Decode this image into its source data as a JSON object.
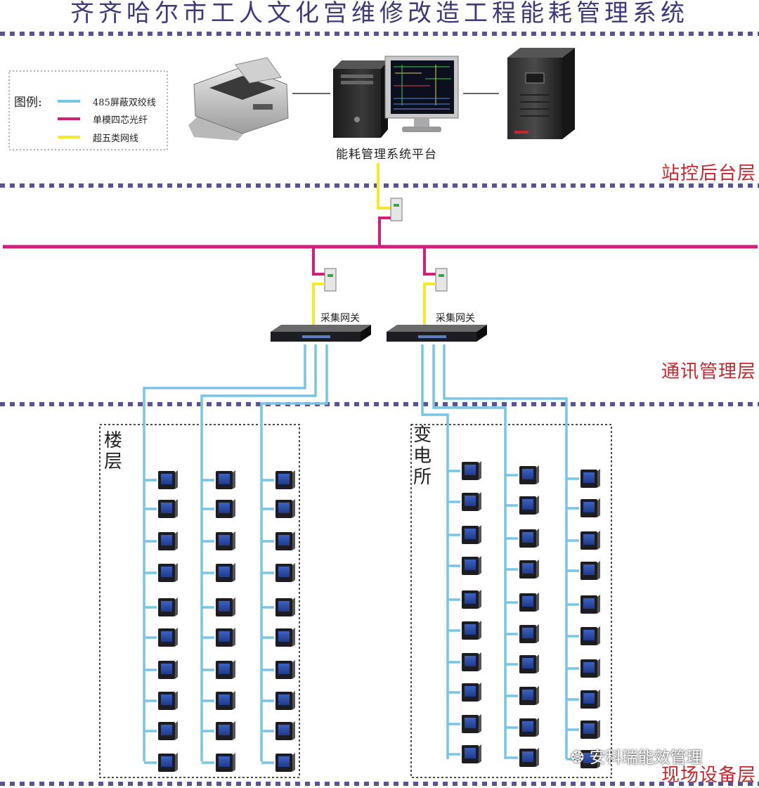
{
  "title": "齐齐哈尔市工人文化宫维修改造工程能耗管理系统",
  "layers": {
    "station": "站控后台层",
    "comm": "通讯管理层",
    "field": "现场设备层"
  },
  "legend": {
    "title": "图例:",
    "items": [
      {
        "label": "485屏蔽双绞线",
        "color": "#77c6e6"
      },
      {
        "label": "单模四芯光纤",
        "color": "#cf1f7a"
      },
      {
        "label": "超五类网线",
        "color": "#f5e92a"
      }
    ]
  },
  "platform": {
    "label": "能耗管理系统平台"
  },
  "gateways": [
    {
      "label": "采集网关"
    },
    {
      "label": "采集网关"
    }
  ],
  "groups": {
    "building": "楼层",
    "substation": "变电所"
  },
  "colors": {
    "rs485": "#77c6e6",
    "fiber": "#cf1f7a",
    "ethernet": "#f5e92a",
    "divider": "#5a5590",
    "layer_text": "#c4282e"
  },
  "watermark": "安科瑞能效管理"
}
